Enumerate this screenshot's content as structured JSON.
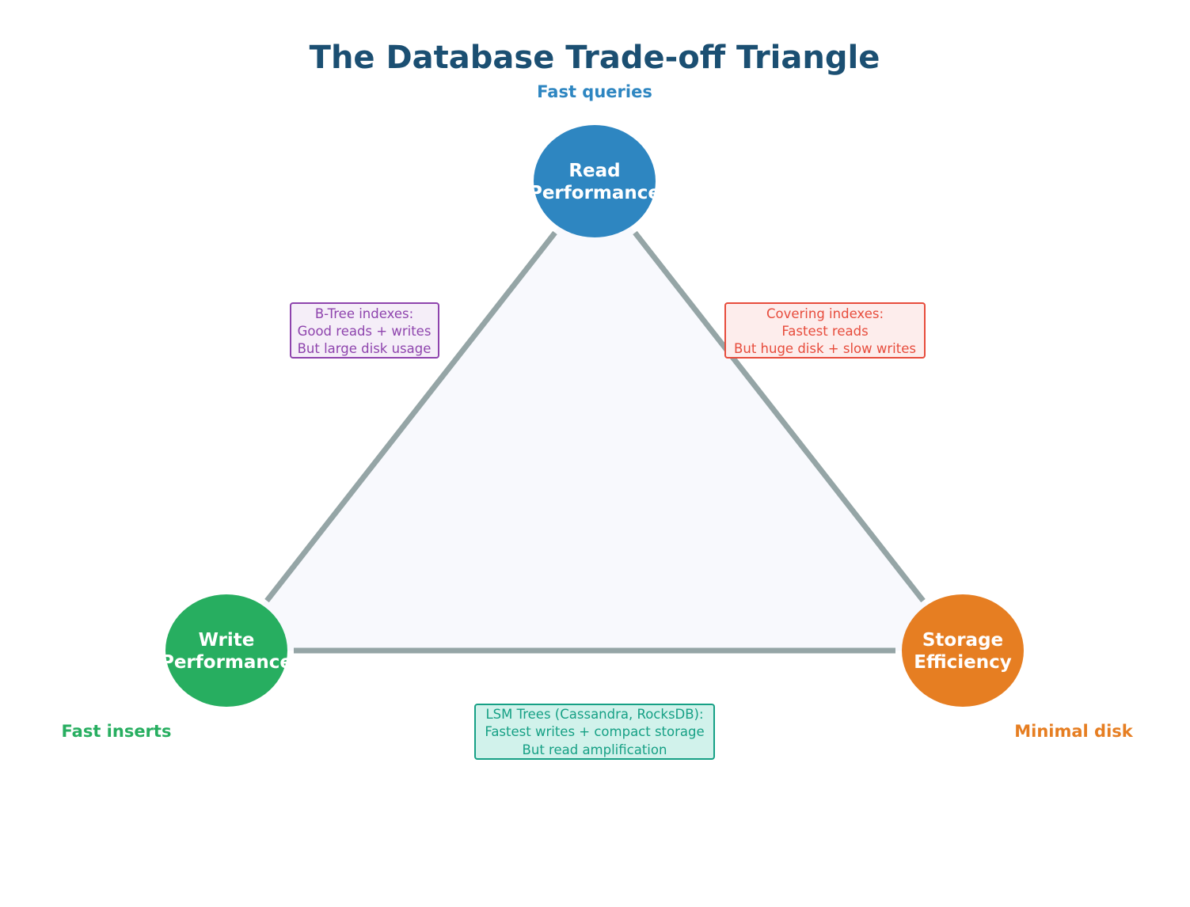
{
  "title": "The Database Trade-off Triangle",
  "colors": {
    "title": "#1b4f72",
    "edge": "#95a5a6",
    "triangle_fill": "#f8f9fd",
    "read": "#2e86c1",
    "write": "#27ae60",
    "storage": "#e67e22",
    "btree": "#8e44ad",
    "covering": "#e74c3c",
    "lsm": "#16a085"
  },
  "nodes": {
    "read": {
      "line1": "Read",
      "line2": "Performance",
      "caption": "Fast queries"
    },
    "write": {
      "line1": "Write",
      "line2": "Performance",
      "caption": "Fast inserts"
    },
    "storage": {
      "line1": "Storage",
      "line2": "Efficiency",
      "caption": "Minimal disk"
    }
  },
  "annotations": {
    "btree": {
      "line1": "B-Tree indexes:",
      "line2": "Good reads + writes",
      "line3": "But large disk usage"
    },
    "covering": {
      "line1": "Covering indexes:",
      "line2": "Fastest reads",
      "line3": "But huge disk + slow writes"
    },
    "lsm": {
      "line1": "LSM Trees (Cassandra, RocksDB):",
      "line2": "Fastest writes + compact storage",
      "line3": "But read amplification"
    }
  }
}
